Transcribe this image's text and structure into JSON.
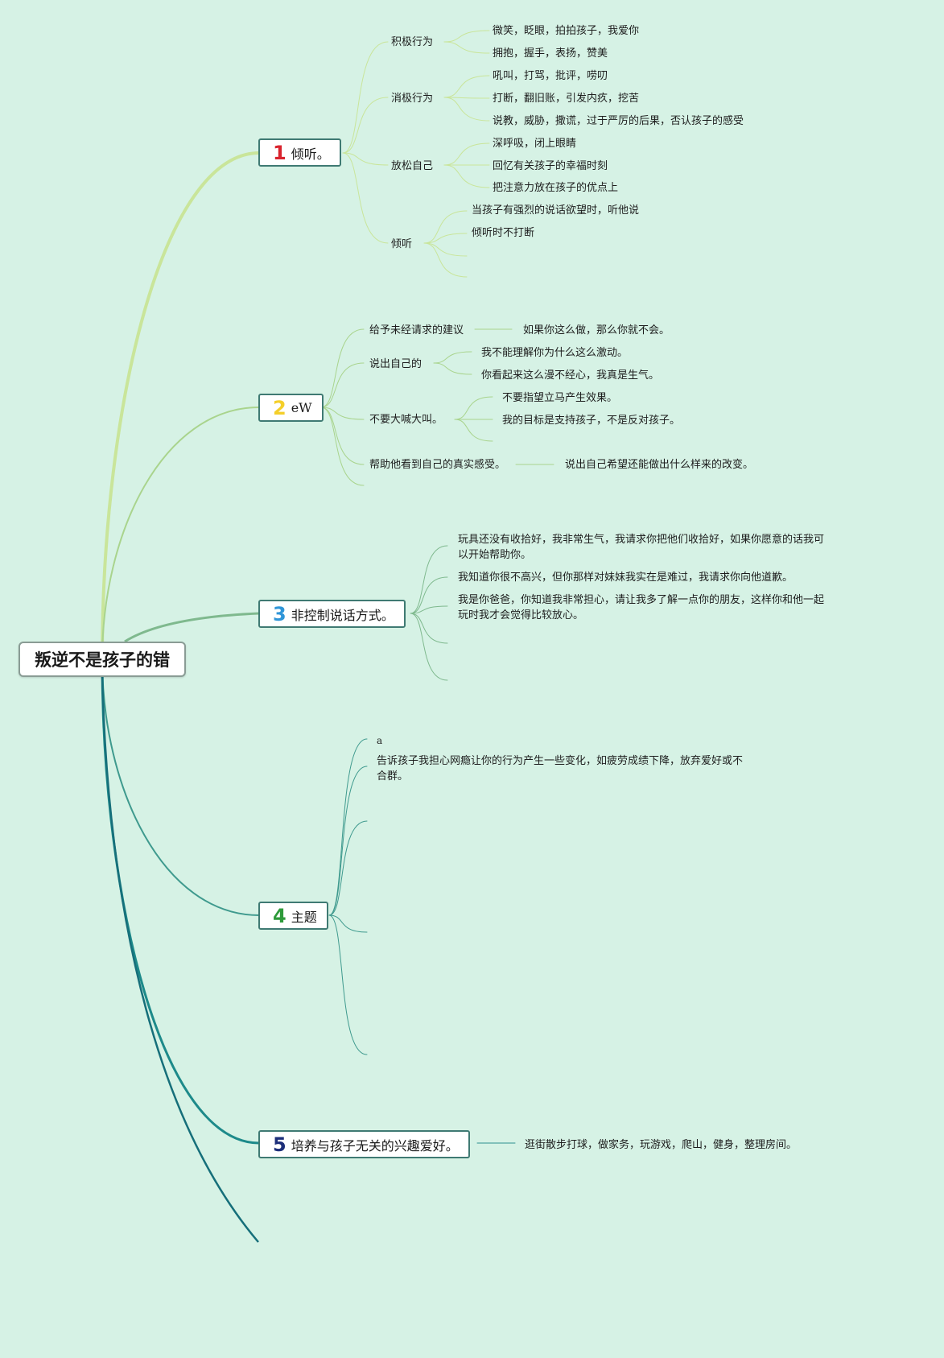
{
  "root": {
    "title": "叛逆不是孩子的错"
  },
  "branches": [
    {
      "number": "1",
      "title": "倾听。",
      "number_color": "#d9232d",
      "line_color": "#c9e59a",
      "subtopics": [
        {
          "label": "积极行为",
          "items": [
            "微笑，眨眼，拍拍孩子，我爱你",
            "拥抱，握手，表扬，赞美"
          ]
        },
        {
          "label": "消极行为",
          "items": [
            "吼叫，打骂，批评，唠叨",
            "打断，翻旧账，引发内疚，挖苦",
            "说教，威胁，撒谎，过于严厉的后果，否认孩子的感受"
          ]
        },
        {
          "label": "放松自己",
          "items": [
            "深呼吸，闭上眼睛",
            "回忆有关孩子的幸福时刻",
            "把注意力放在孩子的优点上"
          ]
        },
        {
          "label": "倾听",
          "items": [
            "当孩子有强烈的说话欲望时，听他说",
            "倾听时不打断"
          ]
        }
      ]
    },
    {
      "number": "2",
      "title": "eW",
      "number_color": "#f4cf2a",
      "line_color": "#a9d48d",
      "subtopics": [
        {
          "label": "给予未经请求的建议",
          "items": [
            "如果你这么做，那么你就不会。"
          ]
        },
        {
          "label": "说出自己的",
          "items": [
            "我不能理解你为什么这么激动。",
            "你看起来这么漫不经心，我真是生气。"
          ]
        },
        {
          "label": "不要大喊大叫。",
          "items": [
            "不要指望立马产生效果。",
            "我的目标是支持孩子，不是反对孩子。"
          ]
        },
        {
          "label": "帮助他看到自己的真实感受。",
          "items": [
            "说出自己希望还能做出什么样来的改变。"
          ]
        }
      ]
    },
    {
      "number": "3",
      "title": "非控制说话方式。",
      "number_color": "#2f95d8",
      "line_color": "#7fb98e",
      "items": [
        "玩具还没有收拾好，我非常生气，我请求你把他们收拾好，如果你愿意的话我可以开始帮助你。",
        "我知道你很不高兴，但你那样对妹妹我实在是难过，我请求你向他道歉。",
        "我是你爸爸，你知道我非常担心，请让我多了解一点你的朋友，这样你和他一起玩时我才会觉得比较放心。"
      ]
    },
    {
      "number": "4",
      "title": "主题",
      "number_color": "#2e9a3a",
      "line_color": "#3f9a8e",
      "items": [
        "a",
        "告诉孩子我担心网瘾让你的行为产生一些变化，如疲劳成绩下降，放弃爱好或不合群。"
      ]
    },
    {
      "number": "5",
      "title": "培养与孩子无关的兴趣爱好。",
      "number_color": "#1d2f7a",
      "line_color": "#1d8a8a",
      "items": [
        "逛街散步打球，做家务，玩游戏，爬山，健身，整理房间。"
      ]
    }
  ]
}
